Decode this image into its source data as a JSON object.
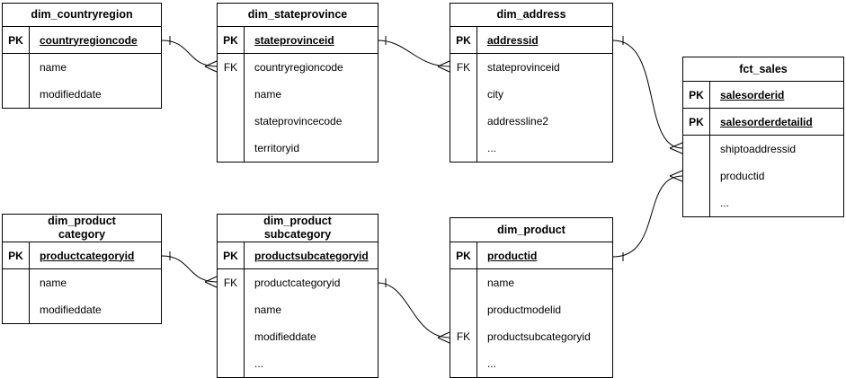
{
  "colors": {
    "background": "#ffffff",
    "line": "#000000",
    "text": "#000000"
  },
  "tables": [
    {
      "name": "dim_countryregion",
      "title_lines": [
        "dim_countryregion"
      ],
      "rows": [
        {
          "key": "PK",
          "field": "countryregioncode"
        },
        {
          "key": "",
          "field": "name"
        },
        {
          "key": "",
          "field": "modifieddate"
        }
      ]
    },
    {
      "name": "dim_stateprovince",
      "title_lines": [
        "dim_stateprovince"
      ],
      "rows": [
        {
          "key": "PK",
          "field": "stateprovinceid"
        },
        {
          "key": "FK",
          "field": "countryregioncode"
        },
        {
          "key": "",
          "field": "name"
        },
        {
          "key": "",
          "field": "stateprovincecode"
        },
        {
          "key": "",
          "field": "territoryid"
        }
      ]
    },
    {
      "name": "dim_address",
      "title_lines": [
        "dim_address"
      ],
      "rows": [
        {
          "key": "PK",
          "field": "addressid"
        },
        {
          "key": "FK",
          "field": "stateprovinceid"
        },
        {
          "key": "",
          "field": "city"
        },
        {
          "key": "",
          "field": "addressline2"
        },
        {
          "key": "",
          "field": "..."
        }
      ]
    },
    {
      "name": "fct_sales",
      "title_lines": [
        "fct_sales"
      ],
      "rows": [
        {
          "key": "PK",
          "field": "salesorderid"
        },
        {
          "key": "PK",
          "field": "salesorderdetailid"
        },
        {
          "key": "",
          "field": "shiptoaddressid"
        },
        {
          "key": "",
          "field": "productid"
        },
        {
          "key": "",
          "field": "..."
        }
      ]
    },
    {
      "name": "dim_productcategory",
      "title_lines": [
        "dim_product",
        "category"
      ],
      "rows": [
        {
          "key": "PK",
          "field": "productcategoryid"
        },
        {
          "key": "",
          "field": "name"
        },
        {
          "key": "",
          "field": "modifieddate"
        }
      ]
    },
    {
      "name": "dim_productsubcategory",
      "title_lines": [
        "dim_product",
        "subcategory"
      ],
      "rows": [
        {
          "key": "PK",
          "field": "productsubcategoryid"
        },
        {
          "key": "FK",
          "field": "productcategoryid"
        },
        {
          "key": "",
          "field": "name"
        },
        {
          "key": "",
          "field": "modifieddate"
        },
        {
          "key": "",
          "field": "..."
        }
      ]
    },
    {
      "name": "dim_product",
      "title_lines": [
        "dim_product"
      ],
      "rows": [
        {
          "key": "PK",
          "field": "productid"
        },
        {
          "key": "",
          "field": "name"
        },
        {
          "key": "",
          "field": "productmodelid"
        },
        {
          "key": "FK",
          "field": "productsubcategoryid"
        },
        {
          "key": "",
          "field": "..."
        }
      ]
    }
  ],
  "relationships": [
    {
      "from_table": "dim_countryregion",
      "from_field": "countryregioncode",
      "to_table": "dim_stateprovince",
      "to_field": "countryregioncode",
      "cardinality": "one-to-many"
    },
    {
      "from_table": "dim_stateprovince",
      "from_field": "stateprovinceid",
      "to_table": "dim_address",
      "to_field": "stateprovinceid",
      "cardinality": "one-to-many"
    },
    {
      "from_table": "dim_address",
      "from_field": "addressid",
      "to_table": "fct_sales",
      "to_field": "shiptoaddressid",
      "cardinality": "one-to-many"
    },
    {
      "from_table": "dim_product",
      "from_field": "productid",
      "to_table": "fct_sales",
      "to_field": "productid",
      "cardinality": "one-to-many"
    },
    {
      "from_table": "dim_productcategory",
      "from_field": "productcategoryid",
      "to_table": "dim_productsubcategory",
      "to_field": "productcategoryid",
      "cardinality": "one-to-many"
    },
    {
      "from_table": "dim_productsubcategory",
      "from_field": "productsubcategoryid",
      "to_table": "dim_product",
      "to_field": "productsubcategoryid",
      "cardinality": "one-to-many"
    }
  ]
}
